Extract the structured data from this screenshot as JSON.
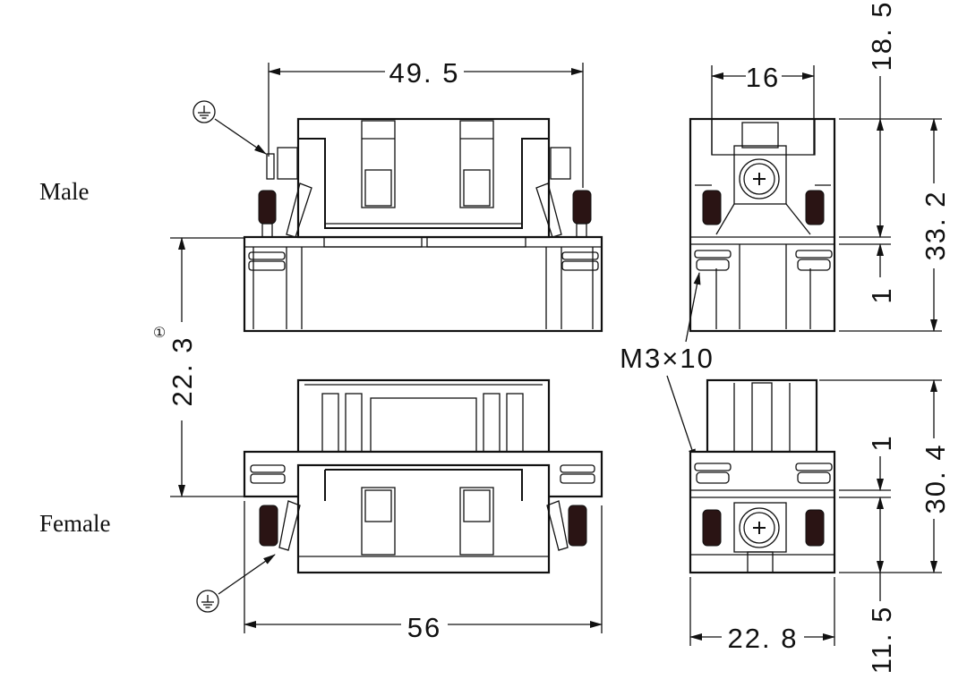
{
  "labels": {
    "male": "Male",
    "female": "Female",
    "screw": "M3×10",
    "note_marker": "①"
  },
  "dimensions": {
    "male_width": "49. 5",
    "female_width": "56",
    "side_width_top": "16",
    "side_width_bottom": "22. 8",
    "male_pin_length": "18. 5",
    "male_height": "33. 2",
    "male_gap": "1",
    "mated_offset": "22. 3",
    "female_height": "30. 4",
    "female_gap": "1",
    "female_pin_length": "11. 5"
  },
  "icons": {
    "ground": "ground-symbol-icon"
  }
}
